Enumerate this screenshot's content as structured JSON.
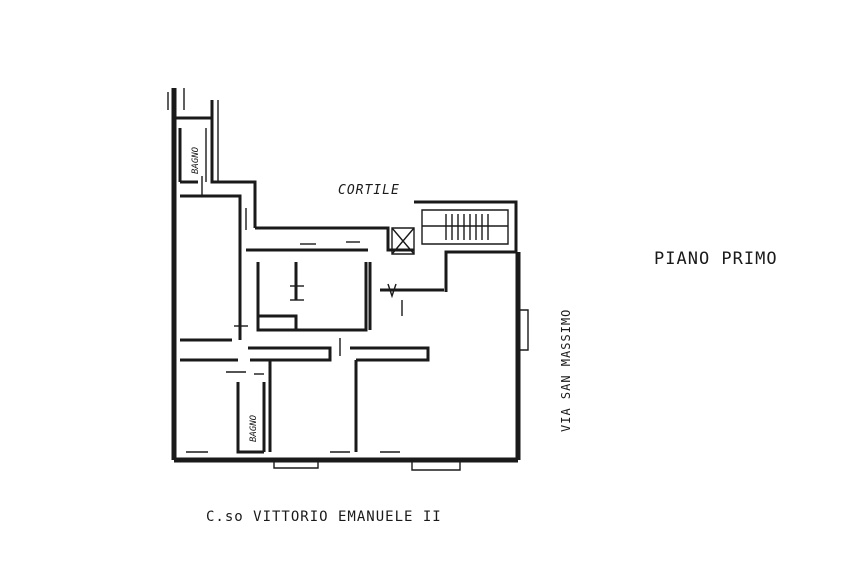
{
  "plan": {
    "title": "PIANO PRIMO",
    "labels": {
      "courtyard": "CORTILE",
      "street_side": "VIA SAN MASSIMO",
      "street_front": "C.so VITTORIO EMANUELE II",
      "bath_top": "BAGNO",
      "bath_bottom": "BAGNO"
    },
    "colors": {
      "ink": "#1a1a1a",
      "paper": "#ffffff"
    }
  }
}
